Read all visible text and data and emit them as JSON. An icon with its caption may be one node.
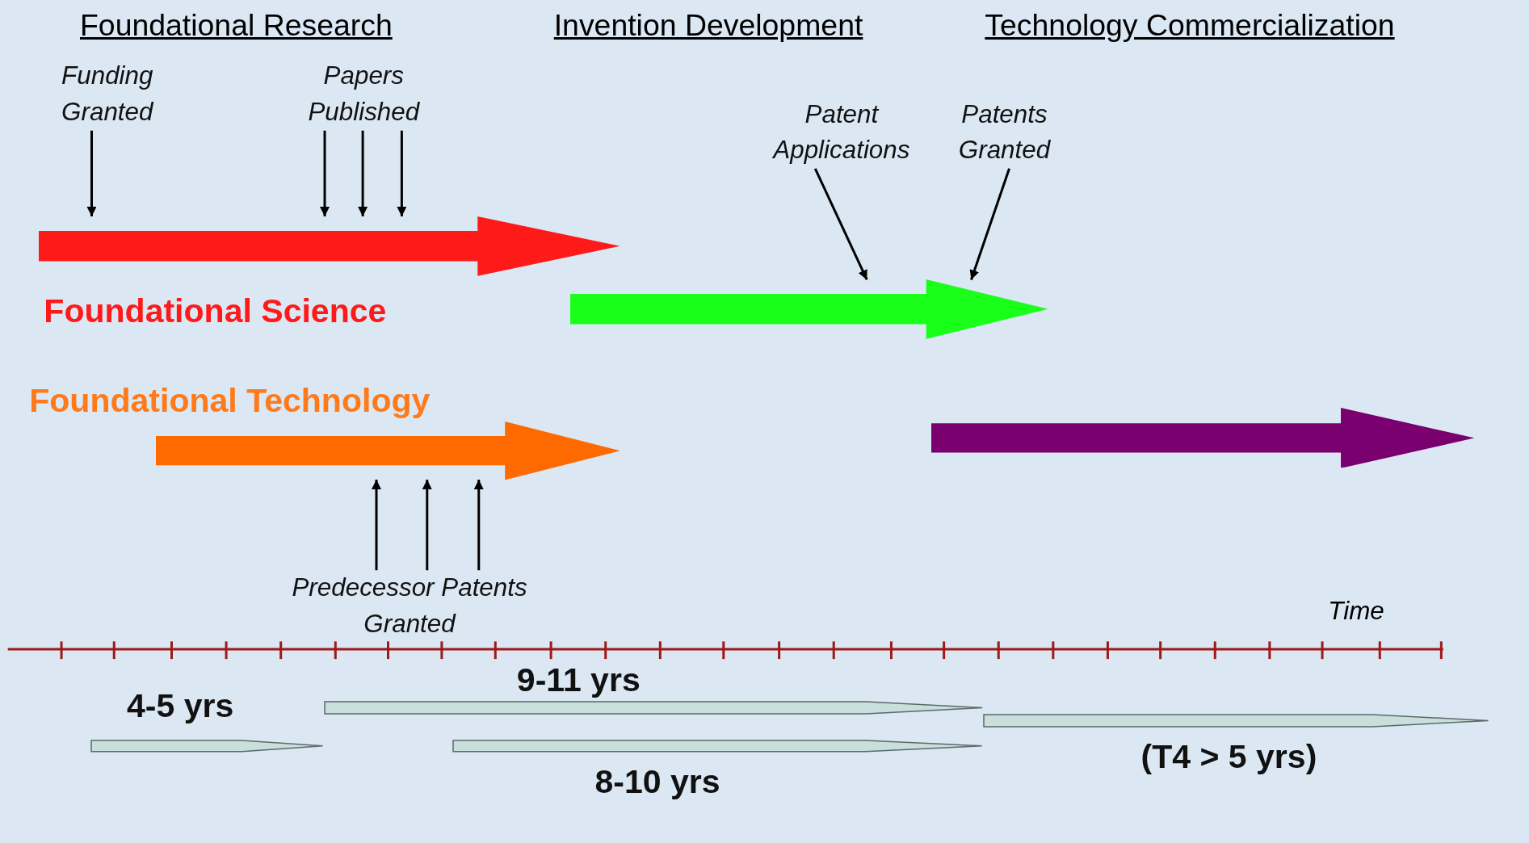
{
  "diagram": {
    "nodes": [
      {
        "text": [],
        "shape": "arrow",
        "beside": [
          "Foundational Science"
        ]
      },
      {
        "text": [],
        "shape": "arrow"
      },
      {
        "text": [],
        "shape": "arrow",
        "beside": [
          "Foundational Technology"
        ]
      },
      {
        "text": [],
        "shape": "arrow"
      },
      {
        "text": [
          "Funding Granted"
        ]
      },
      {
        "text": [
          "Papers Published"
        ]
      },
      {
        "text": [
          "Patent Applications"
        ]
      },
      {
        "text": [
          "Patents Granted"
        ]
      },
      {
        "text": [
          "Predecessor Patents Granted"
        ]
      },
      {
        "text": [],
        "shape": "bar",
        "beside": [
          "4-5 yrs"
        ]
      },
      {
        "text": [],
        "shape": "bar",
        "beside": [
          "9-11 yrs"
        ]
      },
      {
        "text": [],
        "shape": "bar",
        "beside": [
          "8-10 yrs"
        ]
      },
      {
        "text": [],
        "shape": "bar",
        "beside": [
          "(T4 > 5 yrs)"
        ]
      }
    ],
    "edges": [
      {
        "from": 4,
        "to": 0,
        "arrow": "to"
      },
      {
        "from": 5,
        "to": 0,
        "arrow": "to"
      },
      {
        "from": 5,
        "to": 0,
        "arrow": "to"
      },
      {
        "from": 5,
        "to": 0,
        "arrow": "to"
      },
      {
        "from": 6,
        "to": 1,
        "arrow": "to"
      },
      {
        "from": 7,
        "to": 1,
        "arrow": "to"
      },
      {
        "from": 8,
        "to": 2,
        "arrow": "to"
      },
      {
        "from": 8,
        "to": 2,
        "arrow": "to"
      },
      {
        "from": 8,
        "to": 2,
        "arrow": "to"
      }
    ],
    "labels": [
      "Foundational Research",
      "Invention Development",
      "Technology Commercialization",
      "Time"
    ]
  }
}
